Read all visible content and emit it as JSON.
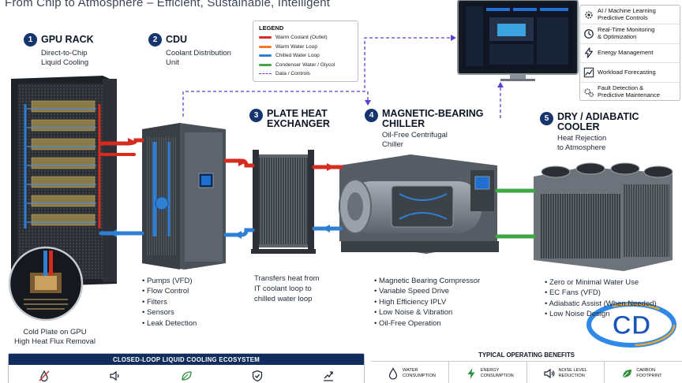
{
  "subtitle": "From Chip to Atmosphere – Efficient, Sustainable, Intelligent",
  "steps": [
    {
      "num": "1",
      "title": "GPU RACK",
      "desc": [
        "Direct-to-Chip",
        "Liquid Cooling"
      ]
    },
    {
      "num": "2",
      "title": "CDU",
      "desc": [
        "Coolant Distribution",
        "Unit"
      ]
    },
    {
      "num": "3",
      "title": [
        "PLATE HEAT",
        "EXCHANGER"
      ]
    },
    {
      "num": "4",
      "title": [
        "MAGNETIC-BEARING",
        "CHILLER"
      ],
      "desc": [
        "Oil-Free Centrifugal",
        "Chiller"
      ]
    },
    {
      "num": "5",
      "title": [
        "DRY / ADIABATIC",
        "COOLER"
      ],
      "desc": [
        "Heat Rejection",
        "to Atmosphere"
      ]
    }
  ],
  "cold_plate": [
    "Cold Plate on GPU",
    "High Heat Flux Removal"
  ],
  "cdu_features": [
    "Pumps (VFD)",
    "Flow Control",
    "Filters",
    "Sensors",
    "Leak Detection"
  ],
  "phx_note": [
    "Transfers heat from",
    "IT coolant loop to",
    "chilled water loop"
  ],
  "chiller_features": [
    "Magnetic Bearing Compressor",
    "Variable Speed Drive",
    "High Efficiency IPLV",
    "Low Noise & Vibration",
    "Oil-Free Operation"
  ],
  "cooler_features": [
    "Zero or Minimal Water Use",
    "EC Fans (VFD)",
    "Adiabatic Assist (When Needed)",
    "Low Noise Design"
  ],
  "legend": {
    "title": "LEGEND",
    "items": [
      {
        "label": "Warm Coolant (Outlet)",
        "color": "#d62b1f"
      },
      {
        "label": "Warm Water Loop",
        "color": "#f07b2b"
      },
      {
        "label": "Chilled Water Loop",
        "color": "#2f7fd3"
      },
      {
        "label": "Condenser Water / Glycol",
        "color": "#3ea845"
      },
      {
        "label": "Data / Controls",
        "color": "#5b3fd6",
        "dashed": true
      }
    ]
  },
  "software_features": [
    {
      "icon": "gear-icon",
      "label": [
        "AI / Machine Learning",
        "Predictive Controls"
      ]
    },
    {
      "icon": "clock-icon",
      "label": [
        "Real-Time Monitoring",
        "& Optimization"
      ]
    },
    {
      "icon": "lightning-icon",
      "label": [
        "Energy Management"
      ]
    },
    {
      "icon": "chart-icon",
      "label": [
        "Workload Forecasting"
      ]
    },
    {
      "icon": "gears-icon",
      "label": [
        "Fault Detection &",
        "Predictive Maintenance"
      ]
    }
  ],
  "ecosystem_title": "CLOSED-LOOP LIQUID COOLING ECOSYSTEM",
  "benefits_title": "TYPICAL OPERATING BENEFITS",
  "benefits": [
    {
      "icon": "water-drop-icon",
      "label": [
        "WATER",
        "CONSUMPTION"
      ]
    },
    {
      "icon": "lightning-icon",
      "label": [
        "ENERGY",
        "CONSUMPTION"
      ]
    },
    {
      "icon": "speaker-icon",
      "label": [
        "NOISE LEVEL",
        "REDUCTION"
      ]
    },
    {
      "icon": "leaf-icon",
      "label": [
        "CARBON",
        "FOOTPRINT"
      ]
    }
  ],
  "colors": {
    "warm": "#d62b1f",
    "warm_water": "#f07b2b",
    "chilled": "#2f7fd3",
    "condenser": "#3ea845",
    "data": "#5b3fd6",
    "navy": "#16356e"
  }
}
